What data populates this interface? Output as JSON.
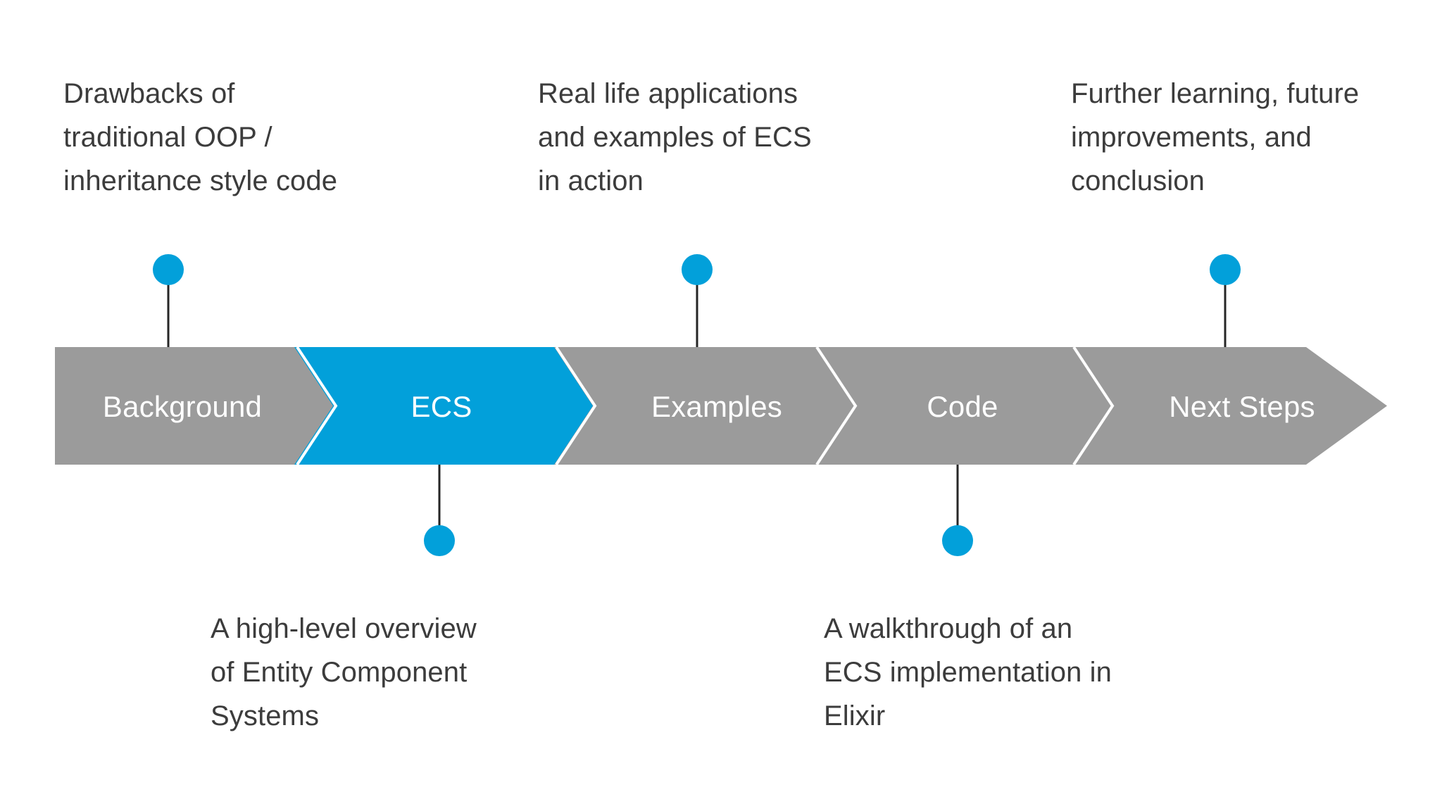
{
  "diagram": {
    "title": "Presentation agenda chevron timeline",
    "colors": {
      "accent_blue": "#02a0da",
      "segment_gray": "#9b9b9b",
      "text_dark": "#3c3c3c",
      "segment_label": "#ffffff",
      "connector_line": "#262626",
      "background": "#ffffff"
    },
    "segments": [
      {
        "id": "background",
        "label": "Background",
        "state": "inactive",
        "fill": "#9b9b9b"
      },
      {
        "id": "ecs",
        "label": "ECS",
        "state": "active",
        "fill": "#02a0da"
      },
      {
        "id": "examples",
        "label": "Examples",
        "state": "inactive",
        "fill": "#9b9b9b"
      },
      {
        "id": "code",
        "label": "Code",
        "state": "inactive",
        "fill": "#9b9b9b"
      },
      {
        "id": "next-steps",
        "label": "Next Steps",
        "state": "inactive",
        "fill": "#9b9b9b"
      }
    ],
    "callouts": [
      {
        "id": "callout-background",
        "for_segment": "background",
        "position": "above",
        "text": "Drawbacks of\ntraditional OOP /\ninheritance style code"
      },
      {
        "id": "callout-ecs",
        "for_segment": "ecs",
        "position": "below",
        "text": "A high-level overview\nof Entity Component\nSystems"
      },
      {
        "id": "callout-examples",
        "for_segment": "examples",
        "position": "above",
        "text": "Real life applications\nand examples of ECS\nin action"
      },
      {
        "id": "callout-code",
        "for_segment": "code",
        "position": "below",
        "text": "A walkthrough of an\nECS implementation in\nElixir"
      },
      {
        "id": "callout-next-steps",
        "for_segment": "next-steps",
        "position": "above",
        "text": "Further learning, future\nimprovements, and\nconclusion"
      }
    ]
  }
}
